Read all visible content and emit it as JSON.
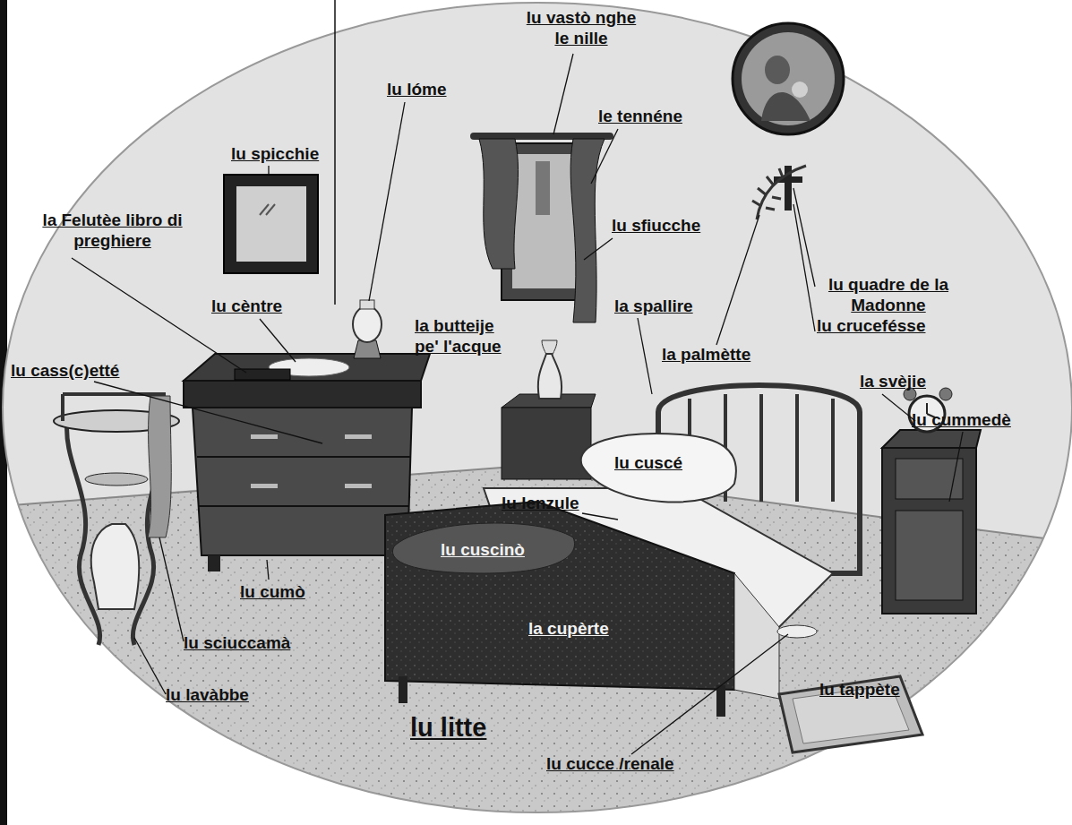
{
  "diagram": {
    "labels": [
      "lu vastò nghe le nille",
      "lu lóme",
      "le tennéne",
      "lu spicchie",
      "la Felutèe libro di preghiere",
      "lu sfiucche",
      "lu quadre de la Madonne",
      "lu cèntre",
      "la butteije pe' l'acque",
      "la spallire",
      "lu crucefésse",
      "lu cass(c)etté",
      "la palmètte",
      "la svèjie",
      "lu cummedè",
      "lu cuscé",
      "lu lenzule",
      "lu cuscinò",
      "lu cumò",
      "la cupèrte",
      "lu sciuccamà",
      "lu lavàbbe",
      "lu tappète",
      "lu litte",
      "lu cucce /renale"
    ]
  }
}
